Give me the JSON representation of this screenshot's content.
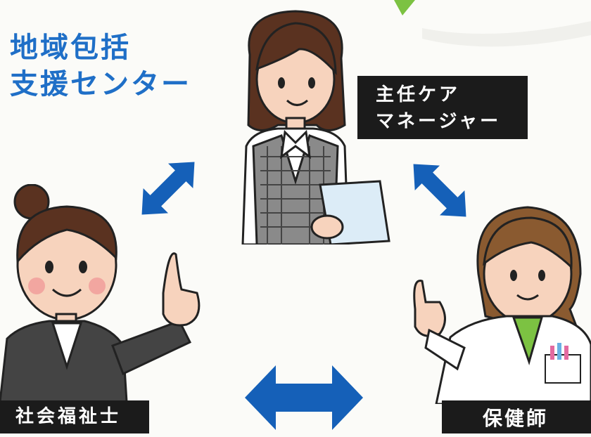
{
  "title": {
    "line1": "地域包括",
    "line2": "支援センター"
  },
  "roles": {
    "care_manager": {
      "line1": "主任ケア",
      "line2": "マネージャー"
    },
    "social_worker": "社会福祉士",
    "public_health_nurse": "保健師"
  },
  "colors": {
    "title_blue": "#1f6fc7",
    "arrow_blue": "#1560b8",
    "label_bg": "#1b1b1b",
    "label_text": "#ffffff",
    "accent_green": "#7cc242"
  },
  "icons": [
    "double-arrow-icon"
  ]
}
